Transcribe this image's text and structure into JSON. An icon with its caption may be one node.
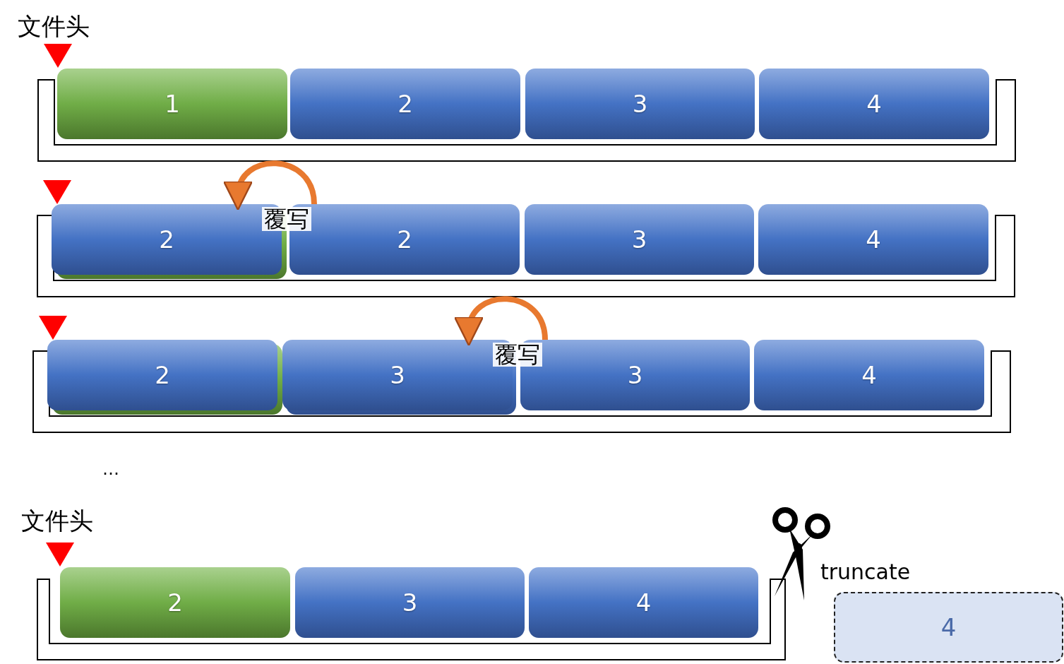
{
  "diagram": {
    "nodes": [
      {
        "text": [],
        "shape": "box"
      },
      {
        "text": [
          "1"
        ],
        "in": 0
      },
      {
        "text": [
          "2"
        ],
        "in": 0
      },
      {
        "text": [
          "3"
        ],
        "in": 0
      },
      {
        "text": [
          "4"
        ],
        "in": 0
      },
      {
        "text": [],
        "shape": "box"
      },
      {
        "text": [
          "2"
        ],
        "in": 5
      },
      {
        "text": [
          "2"
        ],
        "in": 5
      },
      {
        "text": [
          "3"
        ],
        "in": 5
      },
      {
        "text": [
          "4"
        ],
        "in": 5
      },
      {
        "text": [],
        "shape": "box"
      },
      {
        "text": [
          "2"
        ],
        "in": 10
      },
      {
        "text": [
          "3"
        ],
        "in": 10
      },
      {
        "text": [
          "3"
        ],
        "in": 10
      },
      {
        "text": [
          "4"
        ],
        "in": 10
      },
      {
        "text": [],
        "shape": "box"
      },
      {
        "text": [
          "2"
        ],
        "in": 15
      },
      {
        "text": [
          "3"
        ],
        "in": 15
      },
      {
        "text": [
          "4"
        ],
        "in": 15
      },
      {
        "text": [
          "4"
        ]
      }
    ],
    "edges": [
      {
        "from": 7,
        "to": 6,
        "arrow": "to",
        "label": "覆写"
      },
      {
        "from": 13,
        "to": 12,
        "arrow": "to",
        "label": "覆写"
      }
    ],
    "labels": [
      "文件头",
      "…",
      "文件头",
      "truncate"
    ]
  }
}
